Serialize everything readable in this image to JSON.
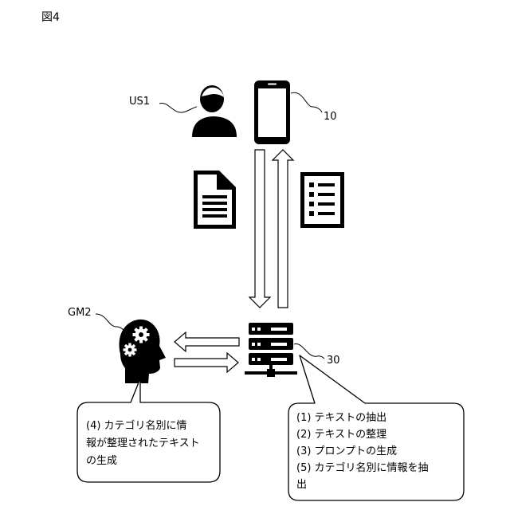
{
  "figure_label": "図4",
  "user": {
    "label": "US1"
  },
  "device": {
    "label": "10"
  },
  "server": {
    "label": "30"
  },
  "ai": {
    "label": "GM2"
  },
  "left_bubble": {
    "lines": [
      "(4) カテゴリ名別に情",
      "報が整理されたテキスト",
      "の生成"
    ]
  },
  "right_bubble": {
    "lines": [
      "(1)  テキストの抽出",
      "(2)  テキストの整理",
      "(3)  プロンプトの生成",
      "(5)  カテゴリ名別に情報を抽",
      "出"
    ]
  },
  "icons": {
    "user": "person-icon",
    "device": "smartphone-icon",
    "document": "document-icon",
    "list": "list-icon",
    "server": "server-icon",
    "ai": "head-gears-icon"
  },
  "colors": {
    "ink": "#000000",
    "background": "#ffffff"
  }
}
